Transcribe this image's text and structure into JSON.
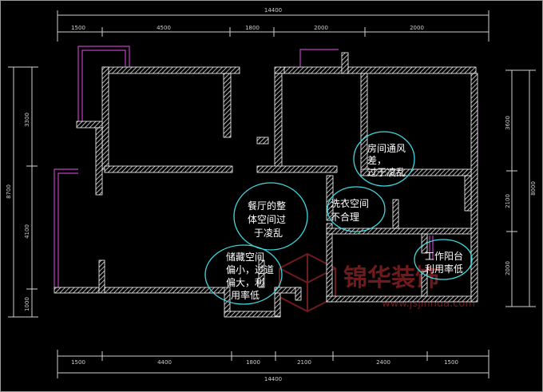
{
  "dimensions": {
    "top_total": "14400",
    "top_segments": [
      "1500",
      "4500",
      "1800",
      "2000",
      "2000"
    ],
    "bottom_total": "14400",
    "bottom_segments": [
      "1500",
      "4400",
      "1800",
      "2100",
      "2400",
      "1500"
    ],
    "left_total": "8700",
    "left_segments": [
      "3300",
      "4100",
      "1000"
    ],
    "right_total": "8000",
    "right_segments": [
      "3600",
      "2100",
      "2000"
    ]
  },
  "notes": {
    "ventilation": [
      "房间通风",
      "差，",
      "过于凌乱"
    ],
    "dining": [
      "餐厅的整",
      "体空间过",
      "于凌乱"
    ],
    "laundry": [
      "洗衣空间",
      "不合理"
    ],
    "storage": [
      "储藏空间",
      "偏小，过道",
      "偏大，利",
      "用率低"
    ],
    "balcony": [
      "工作阳台",
      "利用率低"
    ]
  },
  "watermark": {
    "brand": "锦华装饰",
    "url": "www.jsjinhua.com"
  },
  "colors": {
    "background": "#000000",
    "wall": "#ffffff",
    "window": "#c040c0",
    "annotation": "#40d8e0",
    "dimension": "#cfcfcf",
    "watermark": "#7a1e22"
  }
}
